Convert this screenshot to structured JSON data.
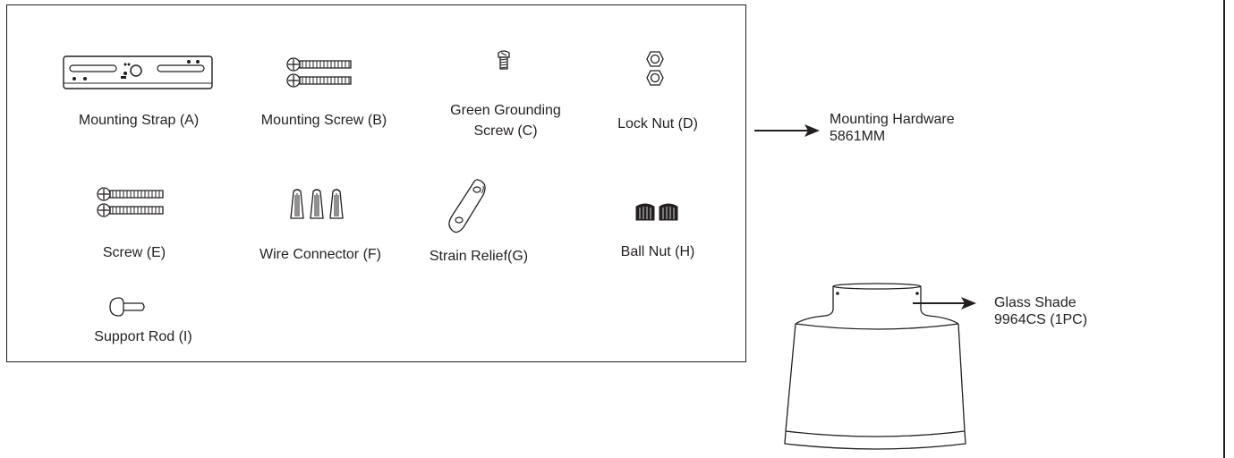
{
  "parts": [
    {
      "id": "A",
      "label": "Mounting Strap (A)"
    },
    {
      "id": "B",
      "label": "Mounting Screw (B)"
    },
    {
      "id": "C",
      "label_line1": "Green Grounding",
      "label_line2": "Screw (C)"
    },
    {
      "id": "D",
      "label": "Lock Nut (D)"
    },
    {
      "id": "E",
      "label": "Screw (E)"
    },
    {
      "id": "F",
      "label": "Wire Connector (F)"
    },
    {
      "id": "G",
      "label": "Strain Relief(G)"
    },
    {
      "id": "H",
      "label": "Ball Nut (H)"
    },
    {
      "id": "I",
      "label": "Support Rod (I)"
    }
  ],
  "callouts": {
    "hardware": {
      "line1": "Mounting Hardware",
      "line2": "5861MM"
    },
    "shade": {
      "line1": "Glass Shade",
      "line2": "9964CS (1PC)"
    }
  },
  "colors": {
    "ink": "#231f20",
    "fill_dark": "#231f20"
  }
}
